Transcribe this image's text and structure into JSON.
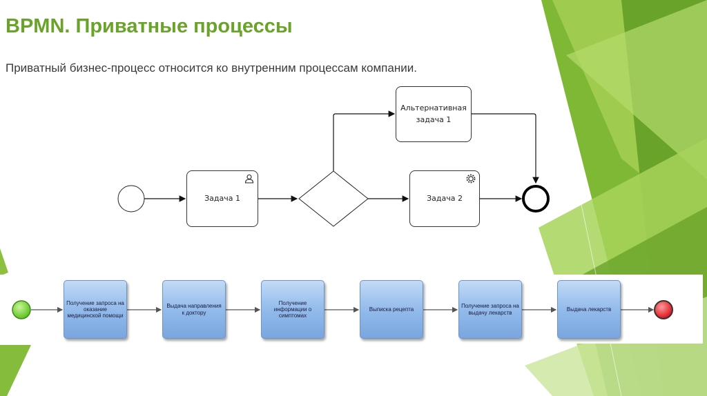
{
  "title": "BPMN. Приватные процессы",
  "subtitle": "Приватный бизнес-процесс относится ко внутренним процессам компании.",
  "diagram_top": {
    "alt_task": {
      "line1": "Альтернативная",
      "line2": "задача 1"
    },
    "task1": {
      "label": "Задача 1",
      "icon": "user-icon"
    },
    "task2": {
      "label": "Задача 2",
      "icon": "gear-icon"
    }
  },
  "diagram_bottom": {
    "tasks": [
      "Получение запроса на оказание медицинской помощи",
      "Выдача направления к доктору",
      "Получение информации о симптомах",
      "Выписка рецепта",
      "Получение запроса на выдачу лекарств",
      "Выдача лекарств"
    ],
    "start_color": "#5dc21e",
    "end_color": "#d9111a"
  },
  "colors": {
    "accent": "#6aa329",
    "task_blue": "#94bcec"
  }
}
